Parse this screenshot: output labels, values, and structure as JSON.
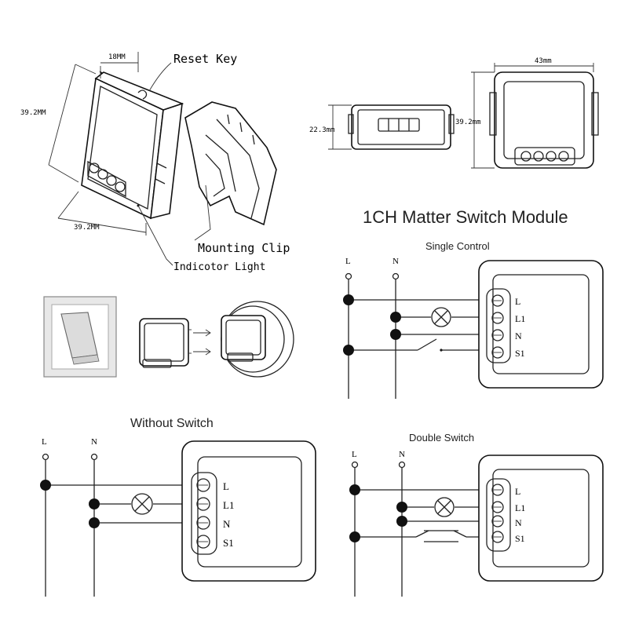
{
  "title": "1CH Matter Switch Module",
  "iso_view": {
    "dim_top": "18MM",
    "dim_left": "39.2MM",
    "dim_bottom": "39.2MM",
    "reset_key": "Reset Key",
    "mounting_clip": "Mounting Clip",
    "indicator_light": "Indicotor Light"
  },
  "side_view": {
    "dim_height": "22.3mm"
  },
  "front_view": {
    "dim_width": "43mm",
    "dim_height": "39.2mm"
  },
  "terminals": [
    "L",
    "L1",
    "N",
    "S1"
  ],
  "wiring": {
    "single_control": {
      "title": "Single Control",
      "line_label": "L",
      "neutral_label": "N"
    },
    "without_switch": {
      "title": "Without Switch",
      "line_label": "L",
      "neutral_label": "N"
    },
    "double_switch": {
      "title": "Double Switch",
      "line_label": "L",
      "neutral_label": "N"
    }
  }
}
